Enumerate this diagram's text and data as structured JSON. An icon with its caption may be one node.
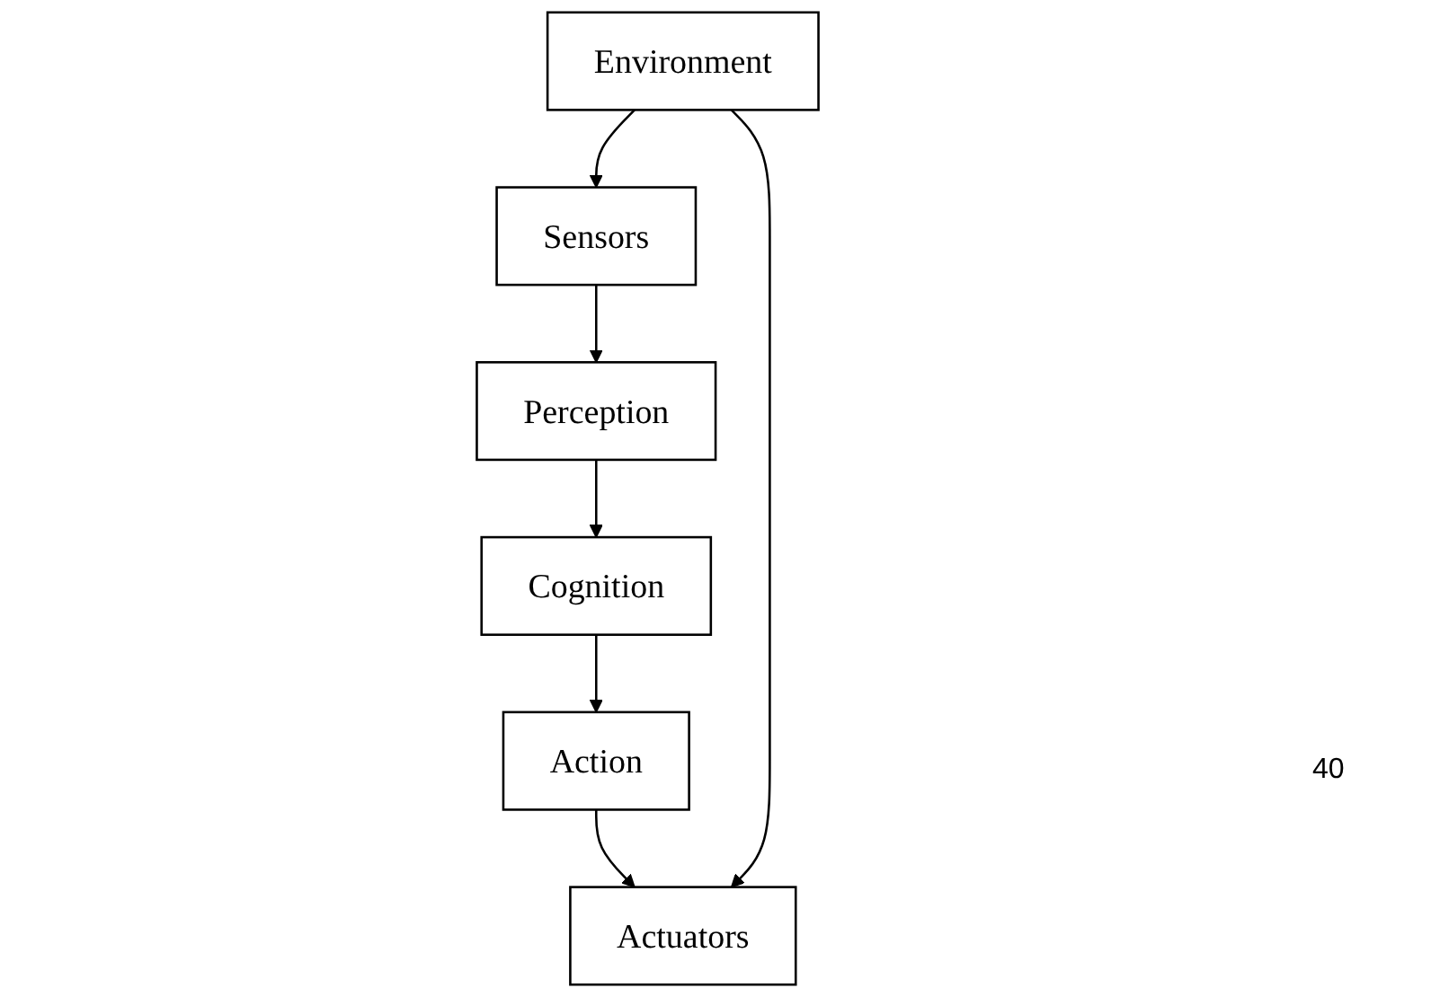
{
  "diagram": {
    "nodes": [
      {
        "text": [
          "Sensors"
        ]
      },
      {
        "text": [
          "Perception"
        ]
      },
      {
        "text": [
          "Cognition"
        ]
      },
      {
        "text": [
          "Action"
        ]
      },
      {
        "text": [
          "Actuators"
        ]
      },
      {
        "text": [
          "Environment"
        ]
      }
    ],
    "edges": [
      {
        "from": 0,
        "to": 1,
        "arrow": "to"
      },
      {
        "from": 1,
        "to": 2,
        "arrow": "to"
      },
      {
        "from": 2,
        "to": 3,
        "arrow": "to"
      },
      {
        "from": 3,
        "to": 4,
        "arrow": "to"
      },
      {
        "from": 5,
        "to": 0,
        "arrow": "to"
      },
      {
        "from": 5,
        "to": 4,
        "arrow": "to"
      }
    ],
    "labels": [
      "40"
    ]
  }
}
